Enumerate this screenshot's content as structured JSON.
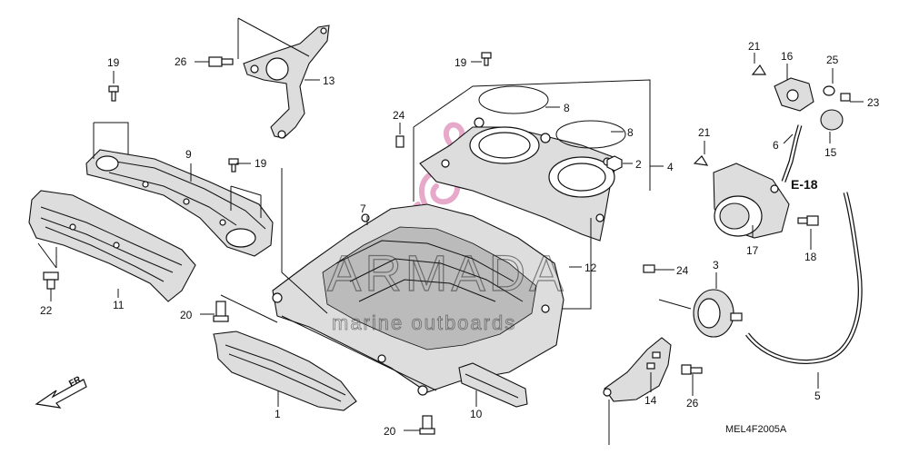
{
  "diagram": {
    "callouts": [
      {
        "id": "c19a",
        "label": "19"
      },
      {
        "id": "c26a",
        "label": "26"
      },
      {
        "id": "c13",
        "label": "13"
      },
      {
        "id": "c19b",
        "label": "19"
      },
      {
        "id": "c8a",
        "label": "8"
      },
      {
        "id": "c8b",
        "label": "8"
      },
      {
        "id": "c21a",
        "label": "21"
      },
      {
        "id": "c16",
        "label": "16"
      },
      {
        "id": "c25",
        "label": "25"
      },
      {
        "id": "c23",
        "label": "23"
      },
      {
        "id": "c9",
        "label": "9"
      },
      {
        "id": "c19c",
        "label": "19"
      },
      {
        "id": "c24a",
        "label": "24"
      },
      {
        "id": "c2",
        "label": "2"
      },
      {
        "id": "c4",
        "label": "4"
      },
      {
        "id": "c21b",
        "label": "21"
      },
      {
        "id": "c6",
        "label": "6"
      },
      {
        "id": "c15",
        "label": "15"
      },
      {
        "id": "c7",
        "label": "7"
      },
      {
        "id": "c17",
        "label": "17"
      },
      {
        "id": "c18",
        "label": "18"
      },
      {
        "id": "c12",
        "label": "12"
      },
      {
        "id": "c24b",
        "label": "24"
      },
      {
        "id": "c3",
        "label": "3"
      },
      {
        "id": "c22",
        "label": "22"
      },
      {
        "id": "c11",
        "label": "11"
      },
      {
        "id": "c20a",
        "label": "20"
      },
      {
        "id": "c14",
        "label": "14"
      },
      {
        "id": "c26b",
        "label": "26"
      },
      {
        "id": "c5",
        "label": "5"
      },
      {
        "id": "c1",
        "label": "1"
      },
      {
        "id": "c10",
        "label": "10"
      },
      {
        "id": "c20b",
        "label": "20"
      }
    ],
    "reference_label": "E-18",
    "front_marker": "FR.",
    "drawing_code": "MEL4F2005A"
  },
  "watermark": {
    "brand": "ARMADA",
    "tagline": "marine outboards",
    "color": "#e7a9c9"
  }
}
